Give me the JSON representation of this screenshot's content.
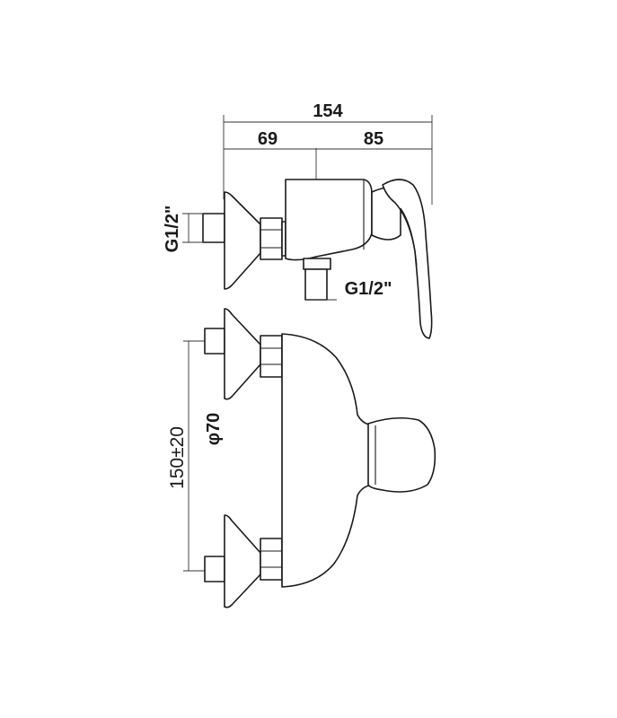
{
  "dimensions": {
    "overall_width": "154",
    "left_depth": "69",
    "right_depth": "85",
    "inlet_thread": "G1/2\"",
    "outlet_thread": "G1/2\"",
    "flange_diameter": "φ70",
    "center_distance": "150±20"
  }
}
